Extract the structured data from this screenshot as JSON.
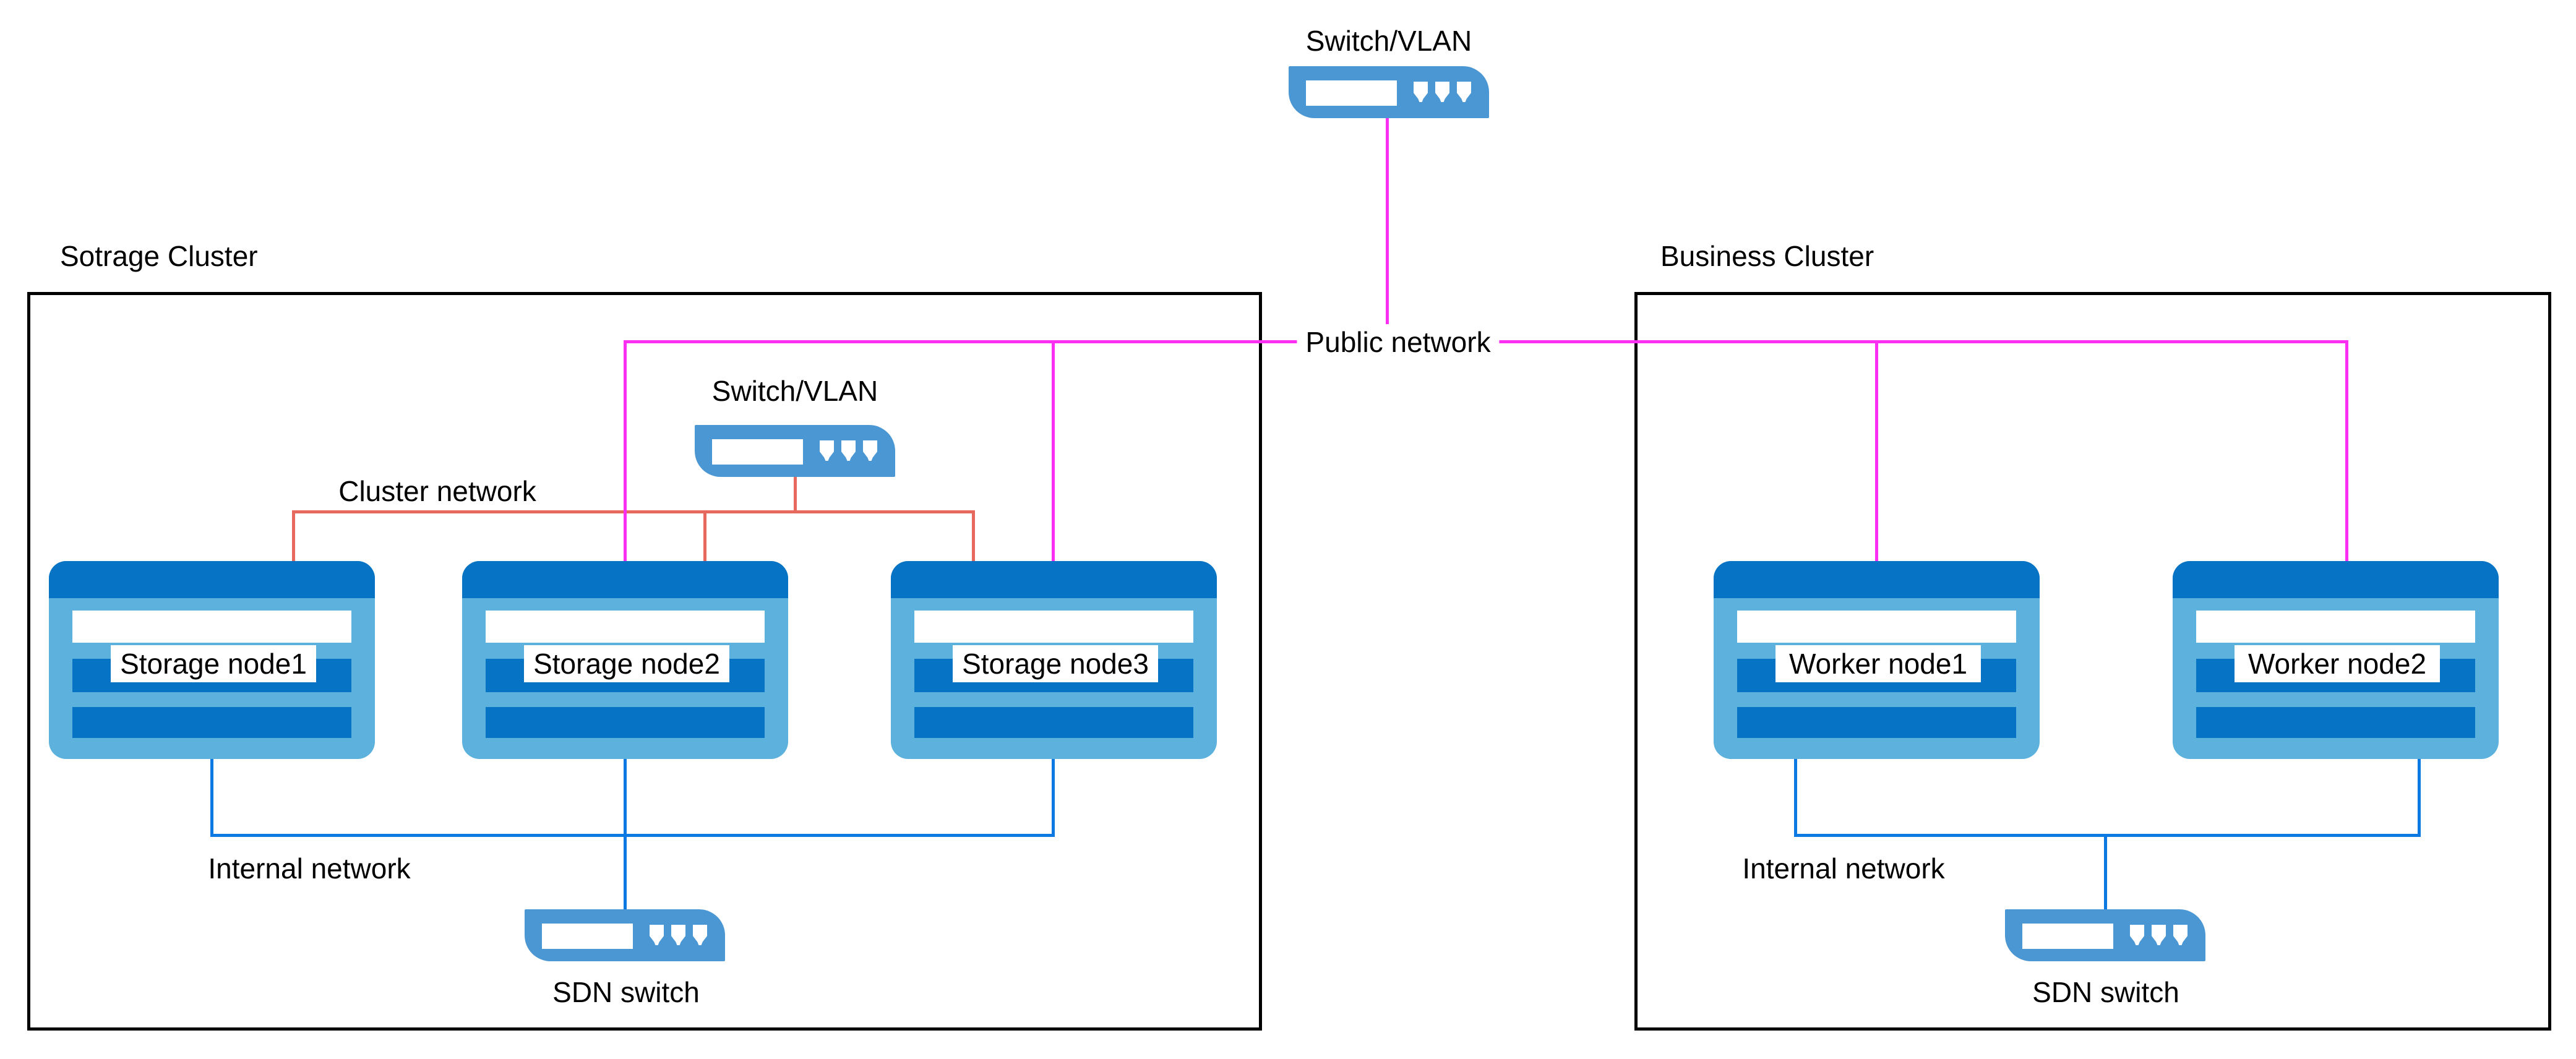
{
  "colors": {
    "public_network": "#fb2ff2",
    "cluster_network": "#e7695d",
    "internal_network": "#0b79e1",
    "switch_fill": "#4b97d3",
    "node_body": "#5cb2dc",
    "node_dark": "#0673c4"
  },
  "top_switch_label": "Switch/VLAN",
  "public_network_label": "Public network",
  "storage_cluster": {
    "title": "Sotrage Cluster",
    "switch_label": "Switch/VLAN",
    "cluster_network_label": "Cluster network",
    "internal_network_label": "Internal network",
    "sdn_switch_label": "SDN switch",
    "nodes": [
      {
        "label": "Storage node1"
      },
      {
        "label": "Storage node2"
      },
      {
        "label": "Storage node3"
      }
    ]
  },
  "business_cluster": {
    "title": "Business Cluster",
    "internal_network_label": "Internal network",
    "sdn_switch_label": "SDN switch",
    "nodes": [
      {
        "label": "Worker node1"
      },
      {
        "label": "Worker node2"
      }
    ]
  }
}
